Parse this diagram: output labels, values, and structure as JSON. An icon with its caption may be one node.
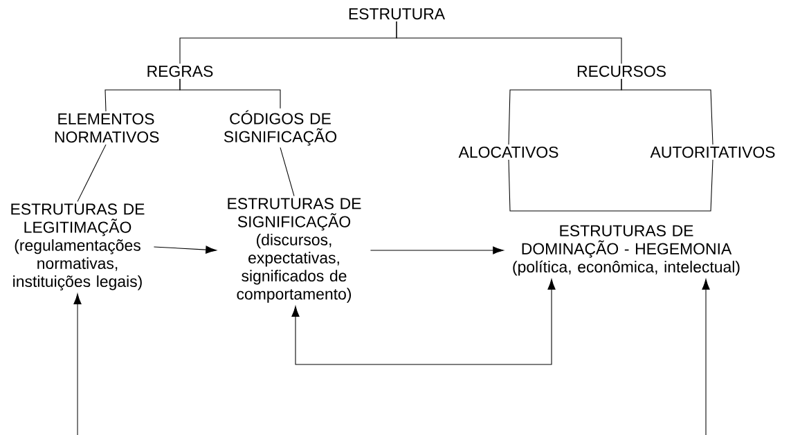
{
  "diagram": {
    "nodes": [
      {
        "text": [
          "ESTRUTURA"
        ]
      },
      {
        "text": [
          "REGRAS"
        ]
      },
      {
        "text": [
          "RECURSOS"
        ]
      },
      {
        "text": [
          "ELEMENTOS NORMATIVOS"
        ]
      },
      {
        "text": [
          "CÓDIGOS DE SIGNIFICAÇÃO"
        ]
      },
      {
        "text": [
          "ALOCATIVOS"
        ]
      },
      {
        "text": [
          "AUTORITATIVOS"
        ]
      },
      {
        "text": [
          "ESTRUTURAS DE LEGITIMAÇÃO",
          "(regulamentações normativas, instituições legais)"
        ]
      },
      {
        "text": [
          "ESTRUTURAS DE SIGNIFICAÇÃO",
          "(discursos, expectativas, significados de comportamento)"
        ]
      },
      {
        "text": [
          "ESTRUTURAS DE DOMINAÇÃO - HEGEMONIA",
          "(política, econômica, intelectual)"
        ]
      }
    ],
    "edges": [
      {
        "from": 0,
        "to": 1,
        "arrow": "none"
      },
      {
        "from": 0,
        "to": 2,
        "arrow": "none"
      },
      {
        "from": 1,
        "to": 3,
        "arrow": "none"
      },
      {
        "from": 1,
        "to": 4,
        "arrow": "none"
      },
      {
        "from": 2,
        "to": 5,
        "arrow": "none"
      },
      {
        "from": 2,
        "to": 6,
        "arrow": "none"
      },
      {
        "from": 5,
        "to": 6,
        "arrow": "none"
      },
      {
        "from": 3,
        "to": 7,
        "arrow": "none"
      },
      {
        "from": 4,
        "to": 8,
        "arrow": "none"
      },
      {
        "from": 7,
        "to": 8,
        "arrow": "to"
      },
      {
        "from": 8,
        "to": 9,
        "arrow": "to"
      },
      {
        "from": 8,
        "to": 9,
        "arrow": "both"
      },
      {
        "from": null,
        "to": 7,
        "arrow": "to"
      },
      {
        "from": null,
        "to": 9,
        "arrow": "to"
      }
    ]
  }
}
